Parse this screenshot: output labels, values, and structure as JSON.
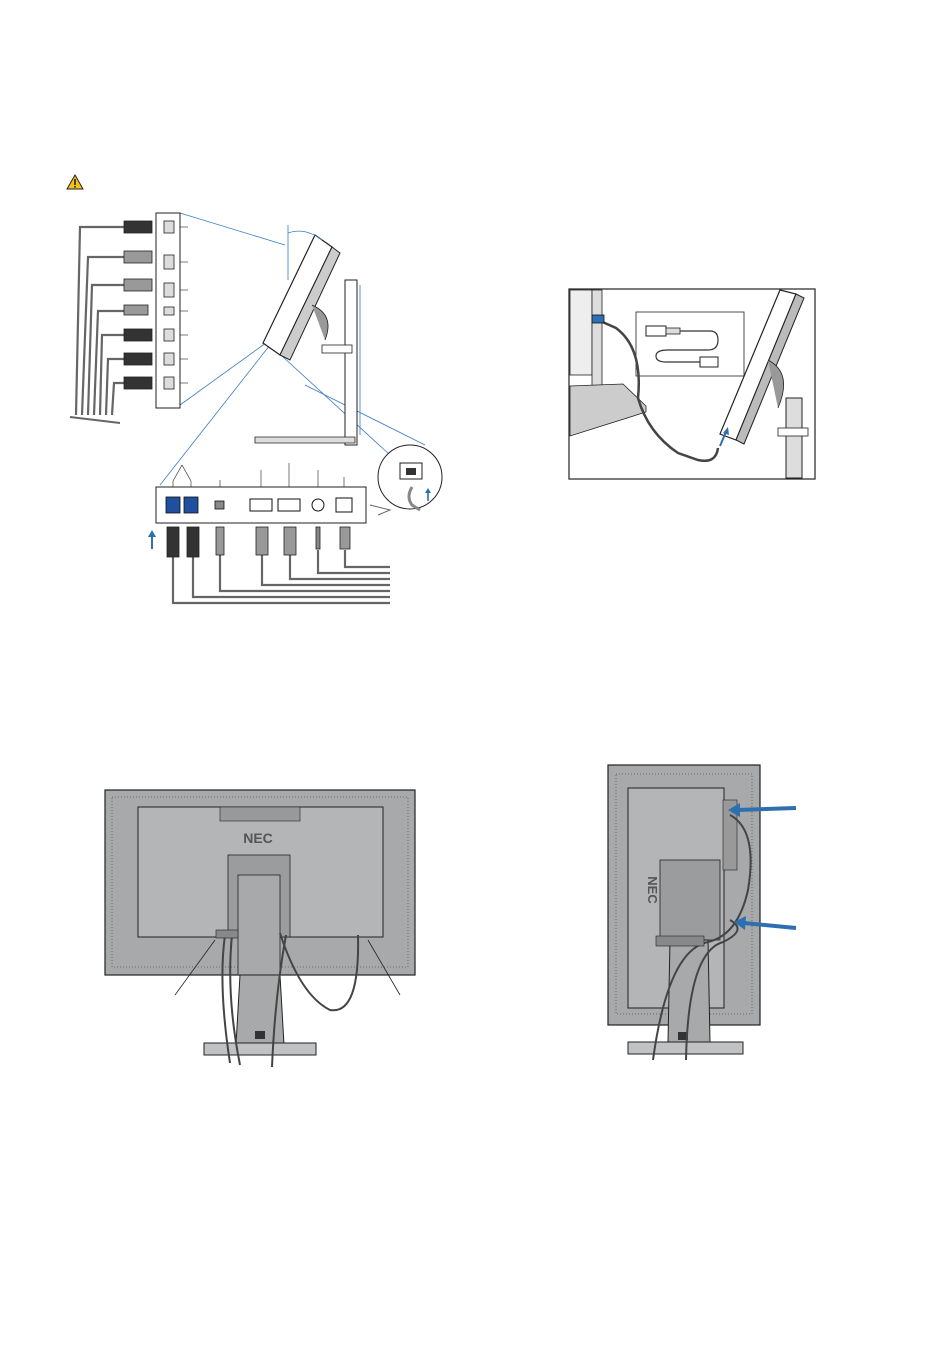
{
  "page": {
    "brand_logo": "NEC",
    "accent_color": "#2e6fb0",
    "icon_names": [
      "warning-triangle-icon",
      "hdmi-cable-icon",
      "displayport-cable-icon",
      "usb-cable-icon",
      "power-cord-icon",
      "audio-plug-icon",
      "lan-plug-icon",
      "arrow-icon"
    ]
  },
  "figures": [
    {
      "id": "connector-diagram"
    },
    {
      "id": "usb-connection"
    },
    {
      "id": "landscape-cable-management"
    },
    {
      "id": "portrait-cable-management"
    }
  ]
}
